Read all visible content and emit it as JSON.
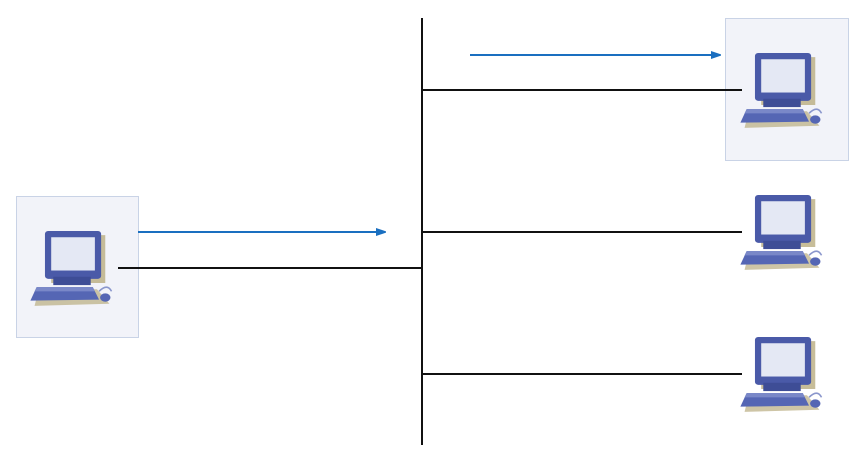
{
  "diagram": {
    "colors": {
      "line": "#111111",
      "arrow": "#1a6fc0",
      "highlight_box_fill": "#f2f3f9",
      "highlight_box_stroke": "#c9d3e6",
      "computer_body": "#4a5aa8",
      "computer_screen": "#e4e8f4",
      "computer_shadow": "#b9ad80"
    },
    "nodes": [
      {
        "id": "sender",
        "icon": "computer-icon",
        "highlighted": true
      },
      {
        "id": "receiver-1",
        "icon": "computer-icon",
        "highlighted": true
      },
      {
        "id": "host-2",
        "icon": "computer-icon",
        "highlighted": false
      },
      {
        "id": "host-3",
        "icon": "computer-icon",
        "highlighted": false
      }
    ],
    "arrows": [
      {
        "from": "sender",
        "to": "bus"
      },
      {
        "from": "bus",
        "to": "receiver-1"
      }
    ]
  }
}
